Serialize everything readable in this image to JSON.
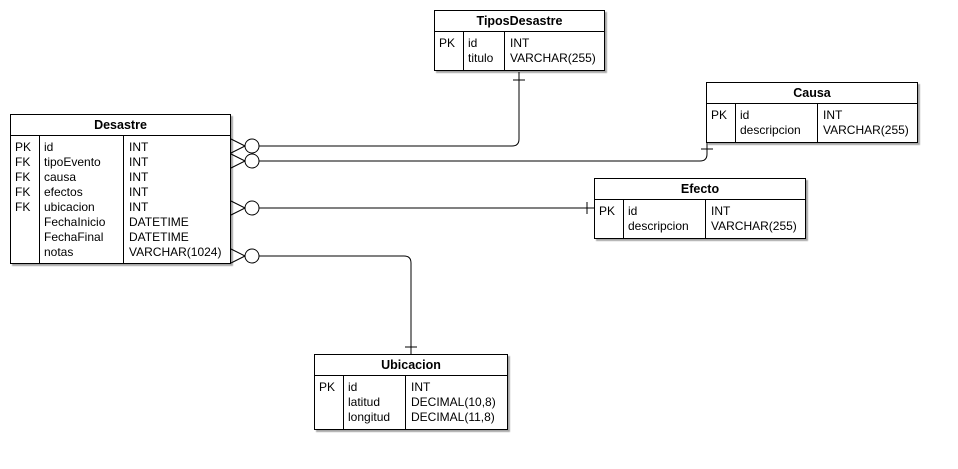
{
  "entities": {
    "tiposdesastre": {
      "title": "TiposDesastre",
      "keys": [
        "PK"
      ],
      "fields": [
        "id",
        "titulo"
      ],
      "types": [
        "INT",
        "VARCHAR(255)"
      ]
    },
    "causa": {
      "title": "Causa",
      "keys": [
        "PK"
      ],
      "fields": [
        "id",
        "descripcion"
      ],
      "types": [
        "INT",
        "VARCHAR(255)"
      ]
    },
    "desastre": {
      "title": "Desastre",
      "keys": [
        "PK",
        "FK",
        "FK",
        "FK",
        "FK",
        "",
        "",
        ""
      ],
      "fields": [
        "id",
        "tipoEvento",
        "causa",
        "efectos",
        "ubicacion",
        "FechaInicio",
        "FechaFinal",
        "notas"
      ],
      "types": [
        "INT",
        "INT",
        "INT",
        "INT",
        "INT",
        "DATETIME",
        "DATETIME",
        "VARCHAR(1024)"
      ]
    },
    "efecto": {
      "title": "Efecto",
      "keys": [
        "PK"
      ],
      "fields": [
        "id",
        "descripcion"
      ],
      "types": [
        "INT",
        "VARCHAR(255)"
      ]
    },
    "ubicacion": {
      "title": "Ubicacion",
      "keys": [
        "PK"
      ],
      "fields": [
        "id",
        "latitud",
        "longitud"
      ],
      "types": [
        "INT",
        "DECIMAL(10,8)",
        "DECIMAL(11,8)"
      ]
    }
  },
  "relationships": [
    {
      "from": "Desastre",
      "to": "TiposDesastre",
      "from_cardinality": "zero-or-many",
      "to_cardinality": "one"
    },
    {
      "from": "Desastre",
      "to": "Causa",
      "from_cardinality": "zero-or-many",
      "to_cardinality": "one"
    },
    {
      "from": "Desastre",
      "to": "Efecto",
      "from_cardinality": "zero-or-many",
      "to_cardinality": "one"
    },
    {
      "from": "Desastre",
      "to": "Ubicacion",
      "from_cardinality": "zero-or-many",
      "to_cardinality": "one"
    }
  ]
}
